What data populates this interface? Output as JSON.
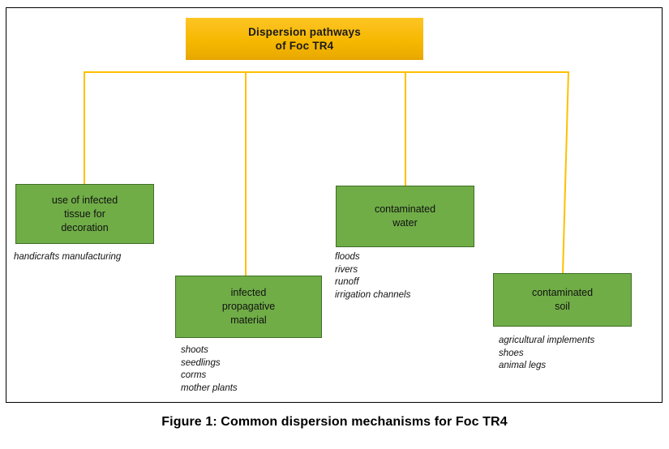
{
  "figure": {
    "caption": "Figure 1: Common dispersion mechanisms for Foc TR4",
    "root": {
      "line1": "Dispersion pathways",
      "line2": "of Foc TR4"
    },
    "colors": {
      "root_fill_top": "#FCC521",
      "root_fill_bottom": "#E5A400",
      "node_fill": "#70AD47",
      "node_border": "#3F6E28",
      "connector": "#FFC000",
      "frame_border": "#000000",
      "text": "#111111"
    },
    "nodes": [
      {
        "id": "decoration",
        "title_lines": [
          "use of infected",
          "tissue for",
          "decoration"
        ],
        "details": [
          "handicrafts manufacturing"
        ]
      },
      {
        "id": "propagative",
        "title_lines": [
          "infected",
          "propagative",
          "material"
        ],
        "details": [
          "shoots",
          "seedlings",
          "corms",
          "mother plants"
        ]
      },
      {
        "id": "water",
        "title_lines": [
          "contaminated",
          "water"
        ],
        "details": [
          "floods",
          "rivers",
          "runoff",
          "irrigation channels"
        ]
      },
      {
        "id": "soil",
        "title_lines": [
          "contaminated",
          "soil"
        ],
        "details": [
          "agricultural implements",
          "shoes",
          "animal legs"
        ]
      }
    ]
  }
}
